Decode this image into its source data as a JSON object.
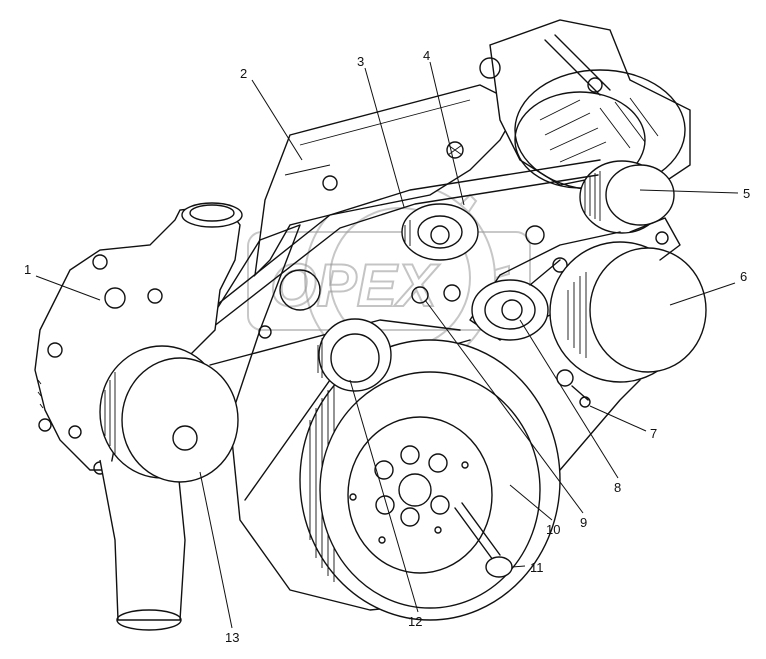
{
  "diagram": {
    "callouts": [
      {
        "id": "c1",
        "label": "1"
      },
      {
        "id": "c2",
        "label": "2"
      },
      {
        "id": "c3",
        "label": "3"
      },
      {
        "id": "c4",
        "label": "4"
      },
      {
        "id": "c5",
        "label": "5"
      },
      {
        "id": "c6",
        "label": "6"
      },
      {
        "id": "c7",
        "label": "7"
      },
      {
        "id": "c8",
        "label": "8"
      },
      {
        "id": "c9",
        "label": "9"
      },
      {
        "id": "c10",
        "label": "10"
      },
      {
        "id": "c11",
        "label": "11"
      },
      {
        "id": "c12",
        "label": "12"
      },
      {
        "id": "c13",
        "label": "13"
      }
    ],
    "watermark": {
      "text": "OPEX"
    },
    "colors": {
      "line": "#111111",
      "background": "#ffffff",
      "watermark": "#8a8a8a"
    }
  }
}
